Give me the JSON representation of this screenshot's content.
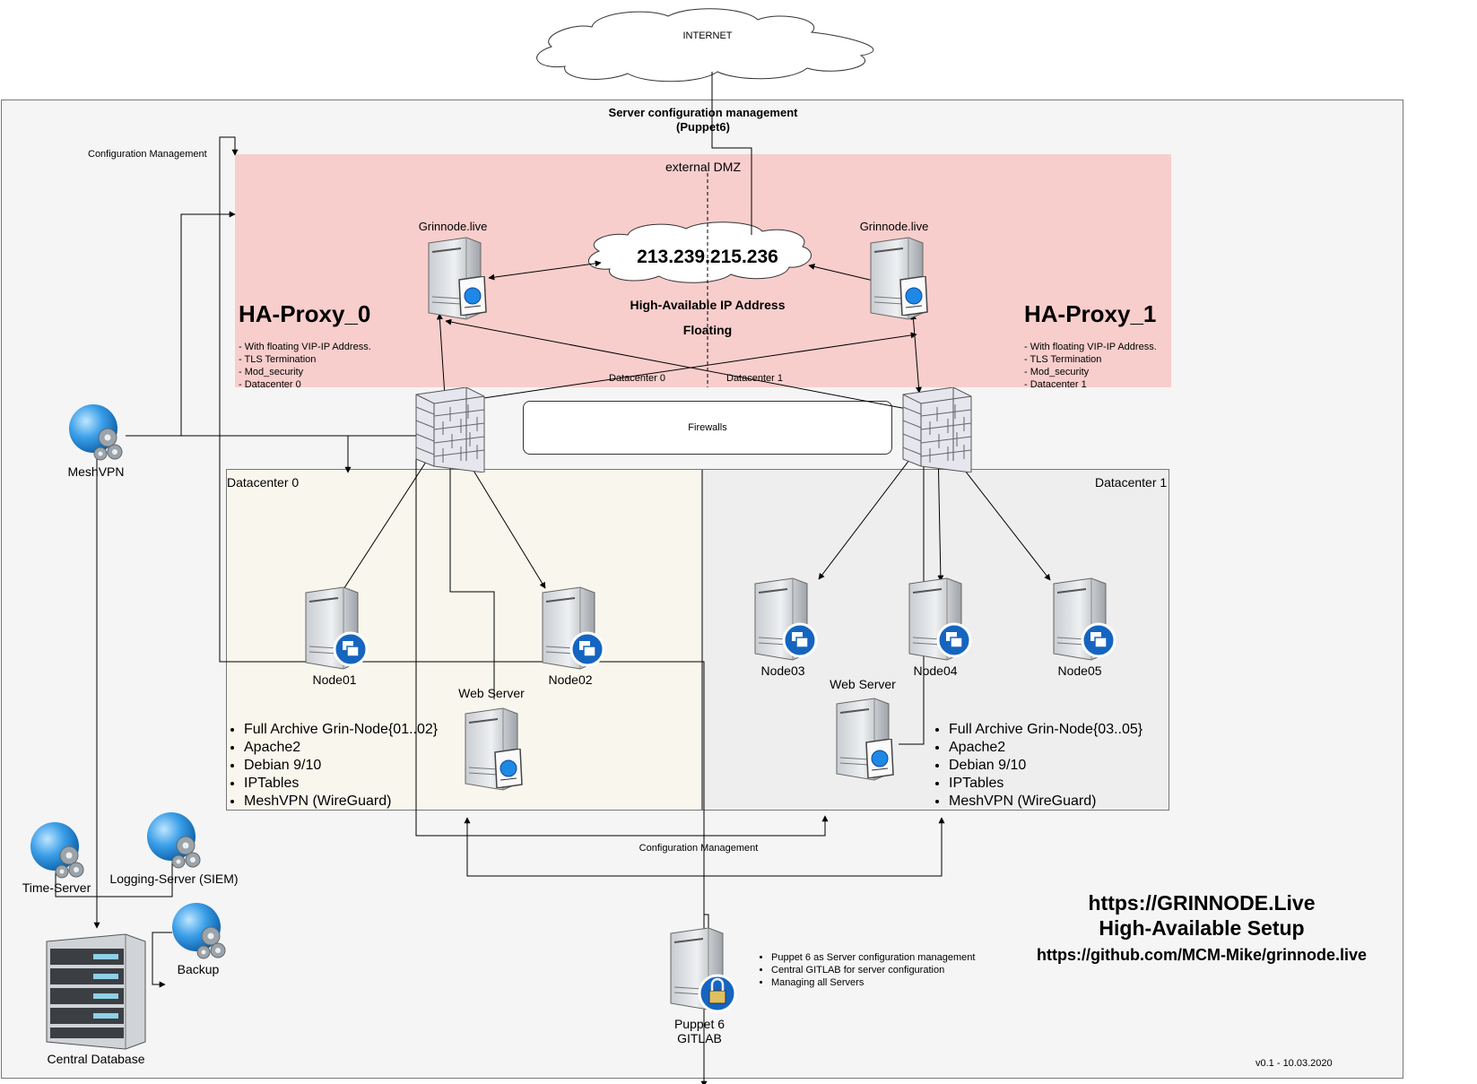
{
  "internet_label": "INTERNET",
  "outer_title_line1": "Server configuration management",
  "outer_title_line2": "(Puppet6)",
  "config_mgmt_top": "Configuration Management",
  "config_mgmt_bottom": "Configuration Management",
  "dmz_label": "external DMZ",
  "vip_address": "213.239.215.236",
  "vip_subtitle": "High-Available IP Address",
  "vip_floating": "Floating",
  "proxy0": {
    "host": "Grinnode.live",
    "title": "HA-Proxy_0",
    "lines": [
      "- With floating VIP-IP Address.",
      "- TLS Termination",
      "- Mod_security",
      "- Datacenter 0"
    ]
  },
  "proxy1": {
    "host": "Grinnode.live",
    "title": "HA-Proxy_1",
    "lines": [
      "- With floating VIP-IP Address.",
      "- TLS Termination",
      "- Mod_security",
      "- Datacenter 1"
    ]
  },
  "dc0_link_label": "Datacenter 0",
  "dc1_link_label": "Datacenter 1",
  "firewalls_label": "Firewalls",
  "dc0_title": "Datacenter 0",
  "dc1_title": "Datacenter 1",
  "nodes": [
    "Node01",
    "Node02",
    "Node03",
    "Node04",
    "Node05"
  ],
  "webserver_label": "Web Server",
  "dc0_features": [
    "Full Archive Grin-Node{01..02}",
    "Apache2",
    "Debian 9/10",
    "IPTables",
    "MeshVPN (WireGuard)"
  ],
  "dc1_features": [
    "Full Archive Grin-Node{03..05}",
    "Apache2",
    "Debian 9/10",
    "IPTables",
    "MeshVPN (WireGuard)"
  ],
  "meshvpn_label": "MeshVPN",
  "time_server_label": "Time-Server",
  "logging_server_label": "Logging-Server (SIEM)",
  "backup_label": "Backup",
  "central_db_label": "Central Database",
  "puppet_label_line1": "Puppet 6",
  "puppet_label_line2": "GITLAB",
  "puppet_notes": [
    "Puppet 6 as Server configuration management",
    "Central GITLAB for server configuration",
    "Managing all Servers"
  ],
  "footer_line1": "https://GRINNODE.Live",
  "footer_line2": "High-Available Setup",
  "footer_line3": "https://github.com/MCM-Mike/grinnode.live",
  "version": "v0.1 - 10.03.2020",
  "colors": {
    "dmz": "#f8cecc",
    "dc0": "#f9f7ed",
    "dc1": "#eeeeee",
    "outer": "#f5f5f5",
    "globe": "#1e88e5",
    "badge": "#1565c0"
  }
}
